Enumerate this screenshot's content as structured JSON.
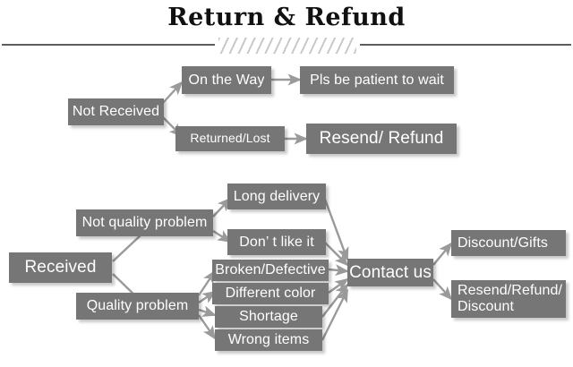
{
  "header": {
    "title": "Return & Refund",
    "divider_icon": "diagonal-hatch-divider"
  },
  "diagram": {
    "type": "flowchart",
    "branches": {
      "not_received": {
        "root": "Not Received",
        "children": [
          {
            "label": "On the Way",
            "result": "Pls be patient to wait"
          },
          {
            "label": "Returned/Lost",
            "result": "Resend/ Refund"
          }
        ]
      },
      "received": {
        "root": "Received",
        "categories": [
          {
            "label": "Not quality problem",
            "issues": [
              "Long delivery",
              "Don’ t like it"
            ]
          },
          {
            "label": "Quality problem",
            "issues": [
              "Broken/Defective",
              "Different color",
              "Shortage",
              "Wrong items"
            ]
          }
        ],
        "action": "Contact us",
        "outcomes": [
          "Discount/Gifts",
          "Resend/Refund/\nDiscount"
        ]
      }
    }
  },
  "colors": {
    "box_fill": "#767676",
    "box_text": "#ffffff",
    "connector": "#8f8f8f",
    "rule": "#5d5d5d",
    "hatch": "#c9c9c9",
    "background": "#ffffff"
  }
}
